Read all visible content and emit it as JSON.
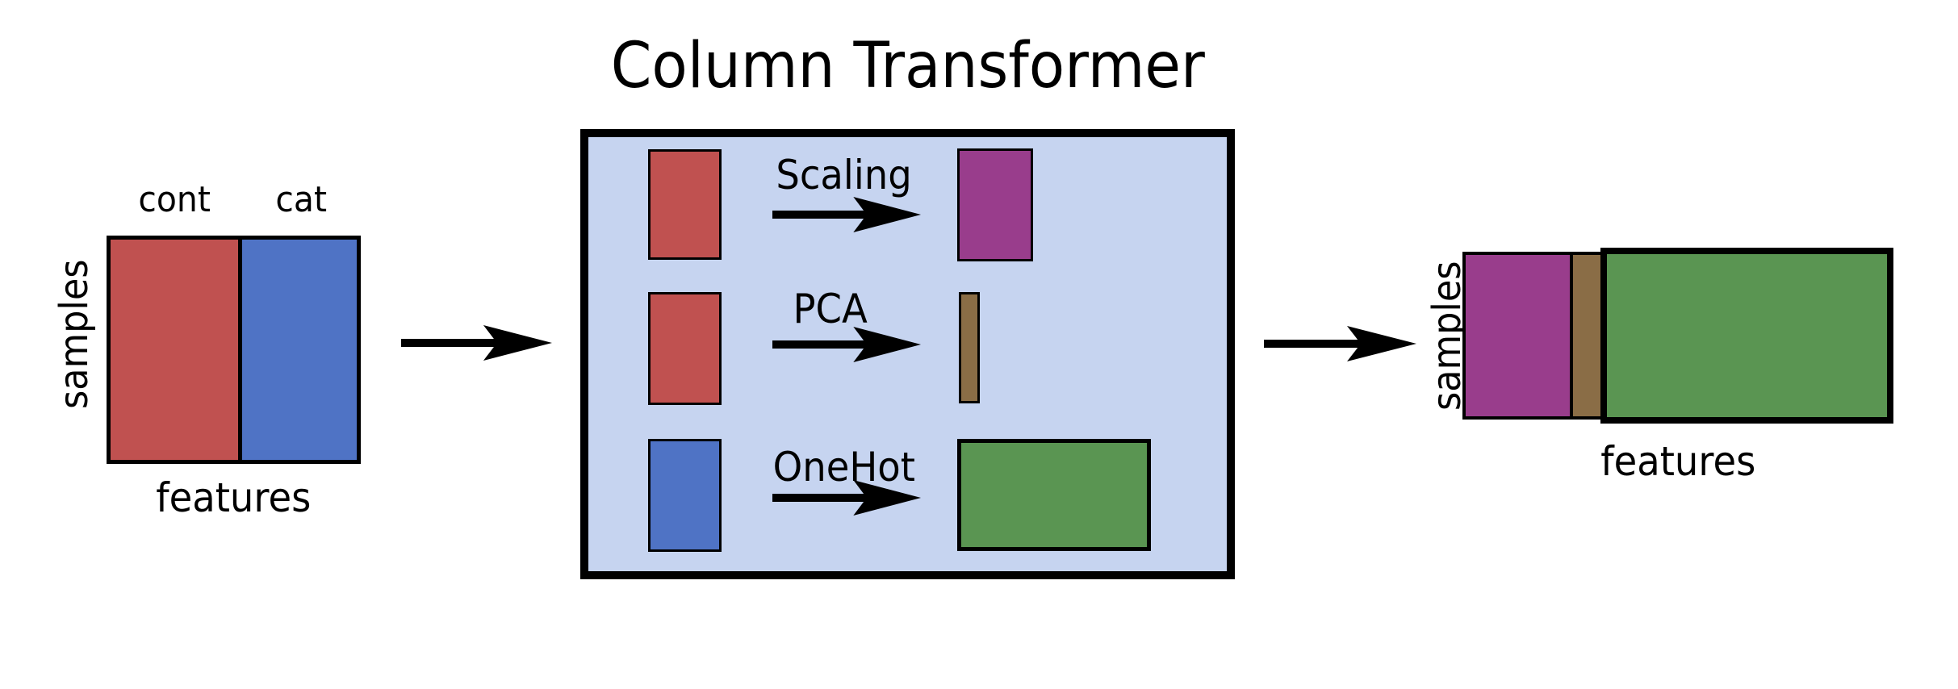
{
  "colors": {
    "red": "#c05150",
    "blue": "#4f73c5",
    "purple": "#993d8c",
    "brown": "#8a6d46",
    "green": "#5a9552",
    "transformer_background": "#c6d4f0",
    "outline": "#000000",
    "page_background": "#ffffff"
  },
  "diagram": {
    "title": "Column Transformer",
    "input_matrix": {
      "row_axis_label": "samples",
      "col_axis_label": "features",
      "columns": [
        {
          "label": "cont",
          "color": "#c05150"
        },
        {
          "label": "cat",
          "color": "#4f73c5"
        }
      ]
    },
    "transformer": {
      "background_color": "#c6d4f0",
      "steps": [
        {
          "label": "Scaling",
          "input_color": "#c05150",
          "output_color": "#993d8c"
        },
        {
          "label": "PCA",
          "input_color": "#c05150",
          "output_color": "#8a6d46"
        },
        {
          "label": "OneHot",
          "input_color": "#4f73c5",
          "output_color": "#5a9552"
        }
      ]
    },
    "output_matrix": {
      "row_axis_label": "samples",
      "col_axis_label": "features",
      "columns": [
        {
          "color": "#993d8c"
        },
        {
          "color": "#8a6d46"
        },
        {
          "color": "#5a9552"
        }
      ]
    }
  }
}
